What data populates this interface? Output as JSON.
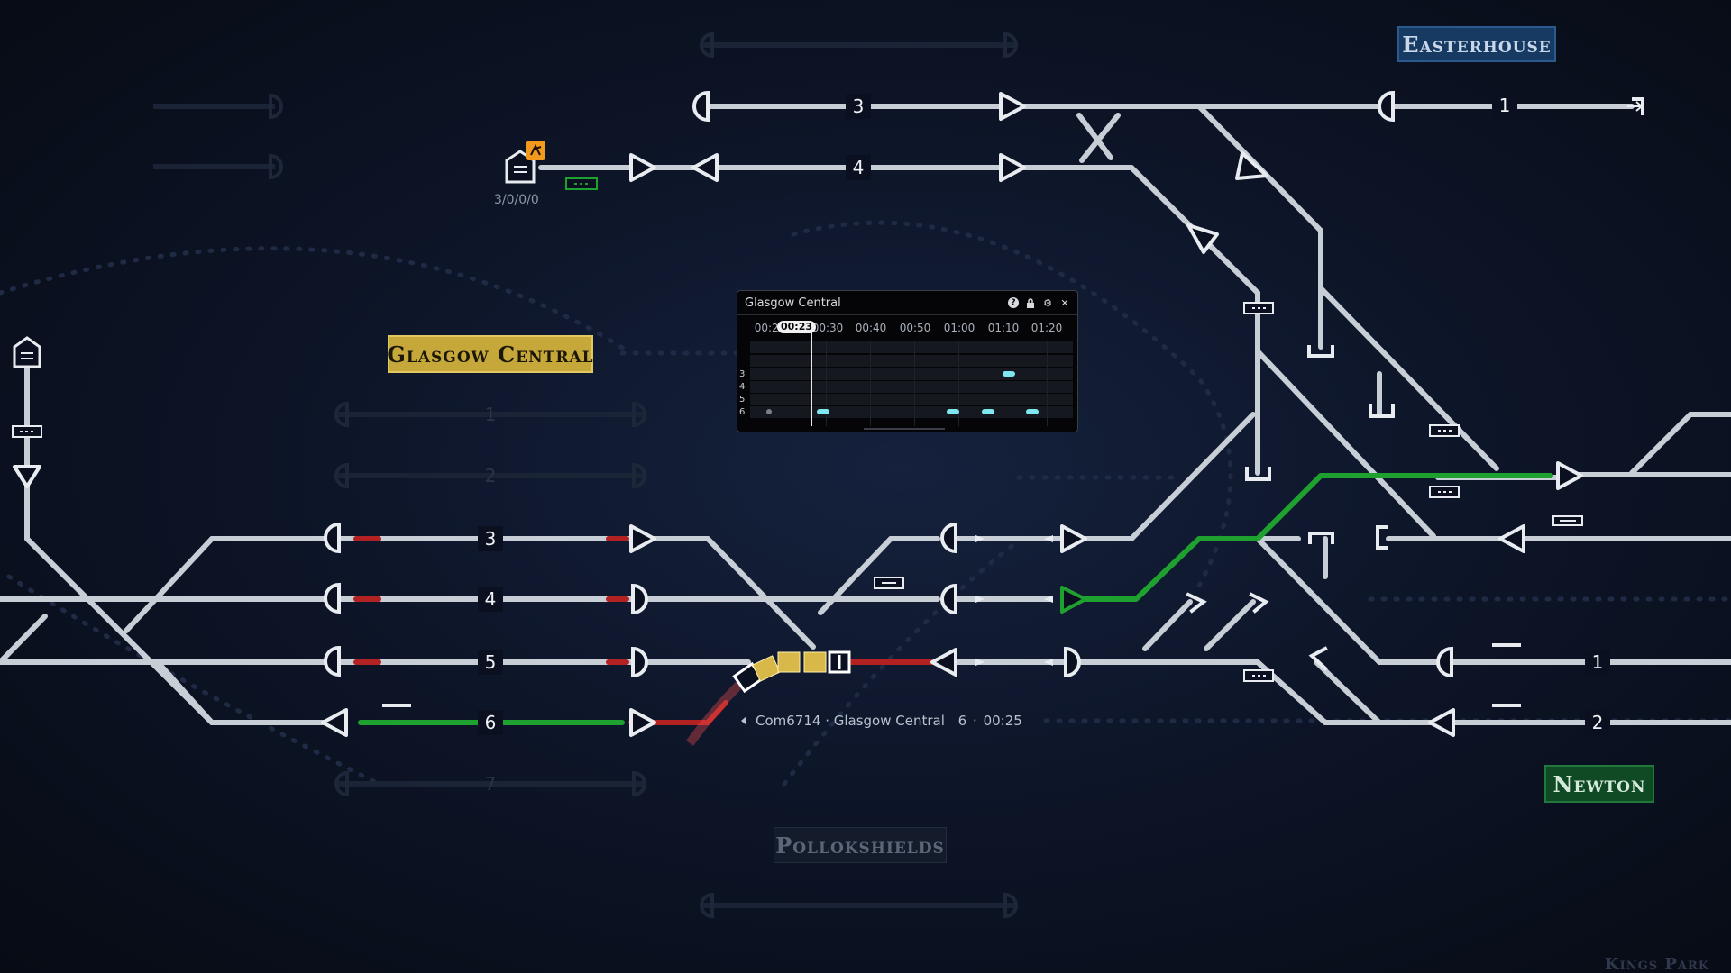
{
  "stations": {
    "glasgow_central": "Glasgow Central",
    "easterhouse": "Easterhouse",
    "newton": "Newton",
    "pollokshields": "Pollokshields",
    "kings_park": "Kings Park"
  },
  "platforms": {
    "gc": [
      "3",
      "4",
      "5",
      "6"
    ],
    "gc_faint": [
      "1",
      "2",
      "7"
    ],
    "top": [
      "3",
      "4"
    ],
    "easterhouse_track": "1",
    "newton_tracks": [
      "1",
      "2"
    ]
  },
  "depot": {
    "counter": "3/0/0/0"
  },
  "train": {
    "label": "Com6714 · Glasgow Central",
    "platform": "6",
    "time": "00:25"
  },
  "timetable": {
    "title": "Glasgow Central",
    "current_time": "00:23",
    "ticks": [
      "00:20",
      "00:30",
      "00:40",
      "00:50",
      "01:00",
      "01:10",
      "01:20"
    ],
    "rows": [
      "",
      "",
      "3",
      "4",
      "5",
      "6"
    ],
    "controls": [
      "help-icon",
      "lock-icon",
      "gear-icon",
      "close-icon"
    ]
  },
  "colors": {
    "track": "#c8ced6",
    "route_green": "#1fa12f",
    "route_red": "#b32222",
    "train": "#d9b84a",
    "station_gold": "#c6a83a",
    "station_blue": "#173a63",
    "station_green": "#0f4a24",
    "alert_orange": "#f39a1c"
  }
}
